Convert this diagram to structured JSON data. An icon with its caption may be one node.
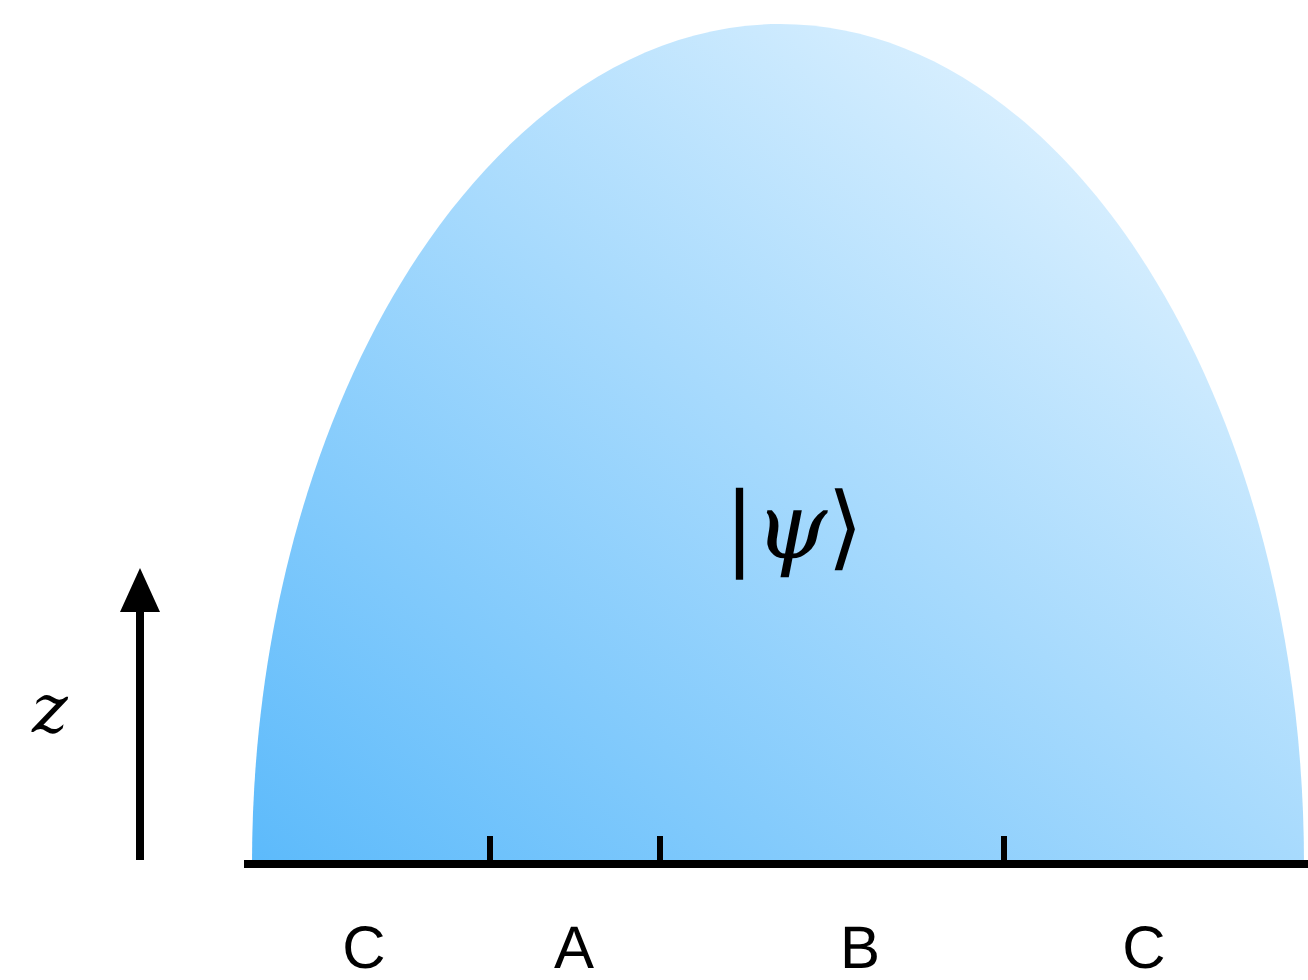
{
  "diagram": {
    "nodes": [
      {
        "text": [
          "|*ψ*⟩"
        ]
      }
    ],
    "edges": [],
    "labels": [
      "z",
      "C",
      "A",
      "B",
      "C"
    ]
  }
}
